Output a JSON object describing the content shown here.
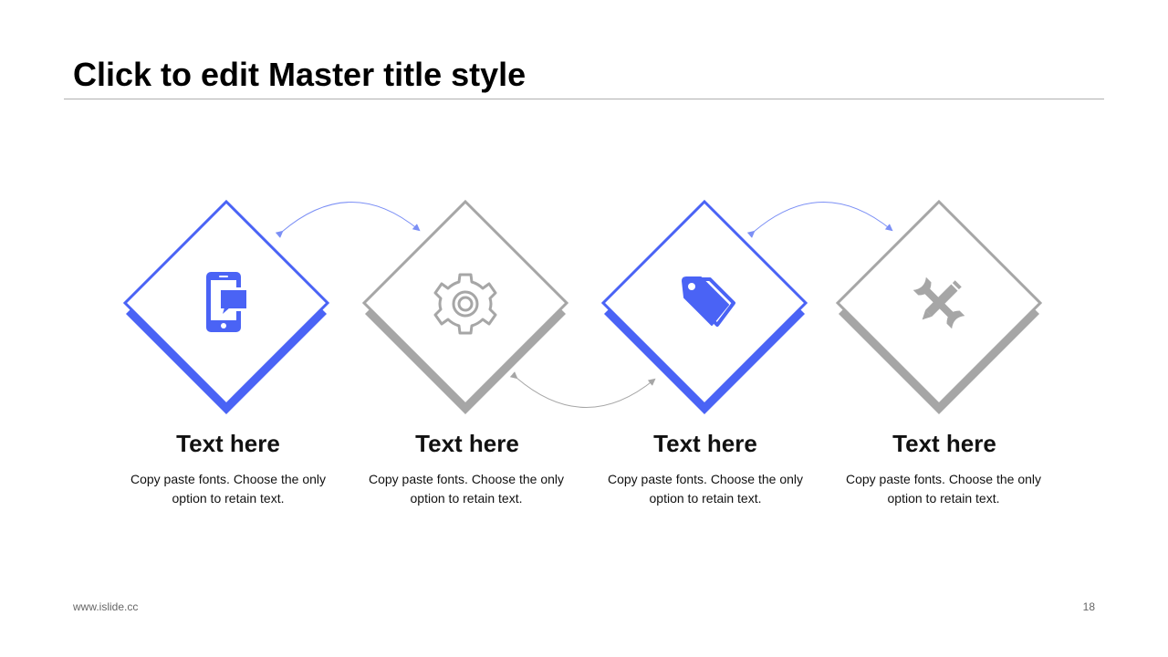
{
  "slide": {
    "title": "Click to edit Master title style",
    "footer_url": "www.islide.cc",
    "page_number": "18"
  },
  "colors": {
    "accent": "#4a63f5",
    "neutral": "#a6a6a6",
    "connector_blue": "#7b8ff5",
    "connector_gray": "#a6a6a6"
  },
  "cards": [
    {
      "icon": "smartphone-chat-icon",
      "variant": "accent",
      "heading": "Text here",
      "body_line1": "Copy paste fonts. Choose the only",
      "body_line2": "option to retain text."
    },
    {
      "icon": "gear-icon",
      "variant": "neutral",
      "heading": "Text here",
      "body_line1": "Copy paste fonts. Choose the only",
      "body_line2": "option to retain text."
    },
    {
      "icon": "tags-icon",
      "variant": "accent",
      "heading": "Text here",
      "body_line1": "Copy paste fonts. Choose the only",
      "body_line2": "option to retain text."
    },
    {
      "icon": "tools-icon",
      "variant": "neutral",
      "heading": "Text here",
      "body_line1": "Copy paste fonts. Choose the only",
      "body_line2": "option to retain text."
    }
  ]
}
